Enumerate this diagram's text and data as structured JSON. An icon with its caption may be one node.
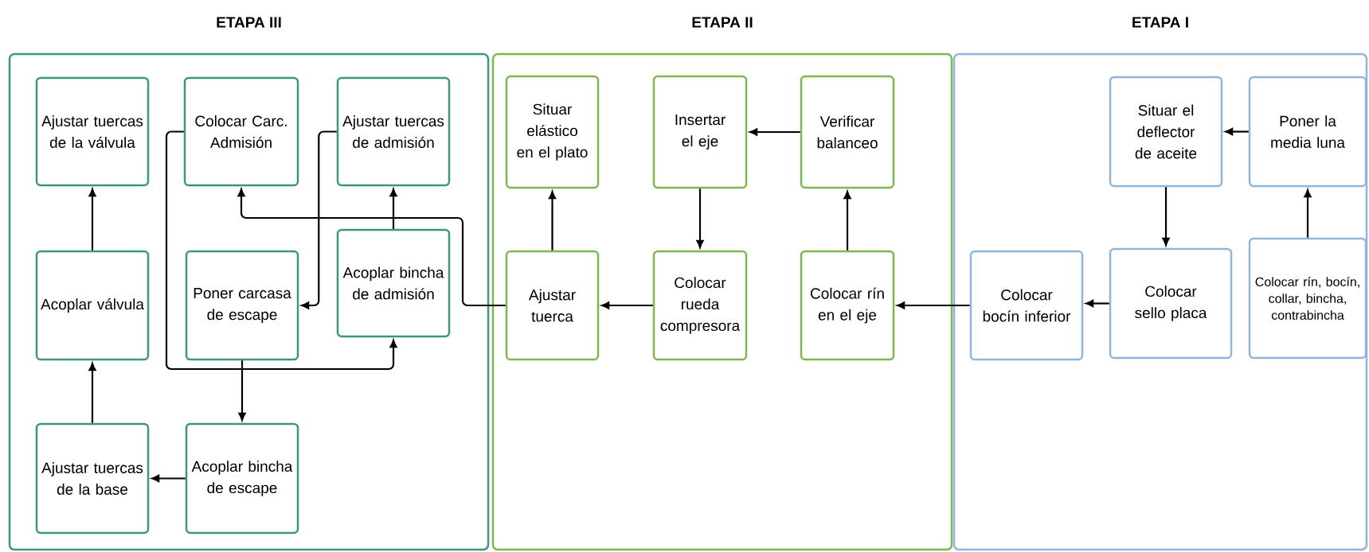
{
  "diagram": {
    "nodes": [
      {
        "text": [
          "ETAPA III"
        ]
      },
      {
        "text": [
          "Ajustar tuercas de la válvula"
        ],
        "in": 0
      },
      {
        "text": [
          "Colocar Carc. Admisión"
        ],
        "in": 0
      },
      {
        "text": [
          "Ajustar tuercas de admisión"
        ],
        "in": 0
      },
      {
        "text": [
          "Acoplar válvula"
        ],
        "in": 0
      },
      {
        "text": [
          "Poner carcasa de escape"
        ],
        "in": 0
      },
      {
        "text": [
          "Acoplar bincha de admisión"
        ],
        "in": 0
      },
      {
        "text": [
          "Ajustar tuercas de la base"
        ],
        "in": 0
      },
      {
        "text": [
          "Acoplar bincha de escape"
        ],
        "in": 0
      },
      {
        "text": [
          "ETAPA II"
        ]
      },
      {
        "text": [
          "Situar elástico en el plato"
        ],
        "in": 9
      },
      {
        "text": [
          "Insertar el eje"
        ],
        "in": 9
      },
      {
        "text": [
          "Verificar balanceo"
        ],
        "in": 9
      },
      {
        "text": [
          "Ajustar tuerca"
        ],
        "in": 9
      },
      {
        "text": [
          "Colocar rueda compresora"
        ],
        "in": 9
      },
      {
        "text": [
          "Colocar rín en el eje"
        ],
        "in": 9
      },
      {
        "text": [
          "ETAPA I"
        ]
      },
      {
        "text": [
          "Situar el deflector de aceite"
        ],
        "in": 16
      },
      {
        "text": [
          "Poner la media luna"
        ],
        "in": 16
      },
      {
        "text": [
          "Colocar bocín inferior"
        ],
        "in": 16
      },
      {
        "text": [
          "Colocar sello placa"
        ],
        "in": 16
      },
      {
        "text": [
          "Colocar rín, bocín, collar, bincha, contrabincha"
        ],
        "in": 16
      }
    ],
    "edges": [
      {
        "from": 21,
        "to": 18,
        "arrow": "to"
      },
      {
        "from": 18,
        "to": 17,
        "arrow": "to"
      },
      {
        "from": 17,
        "to": 20,
        "arrow": "to"
      },
      {
        "from": 20,
        "to": 19,
        "arrow": "to"
      },
      {
        "from": 19,
        "to": 15,
        "arrow": "to"
      },
      {
        "from": 15,
        "to": 12,
        "arrow": "to"
      },
      {
        "from": 12,
        "to": 11,
        "arrow": "to"
      },
      {
        "from": 11,
        "to": 14,
        "arrow": "to"
      },
      {
        "from": 14,
        "to": 13,
        "arrow": "to"
      },
      {
        "from": 13,
        "to": 10,
        "arrow": "to"
      },
      {
        "from": 13,
        "to": 2,
        "arrow": "to"
      },
      {
        "from": 2,
        "to": 6,
        "arrow": "to"
      },
      {
        "from": 6,
        "to": 3,
        "arrow": "to"
      },
      {
        "from": 3,
        "to": 5,
        "arrow": "to"
      },
      {
        "from": 5,
        "to": 8,
        "arrow": "to"
      },
      {
        "from": 8,
        "to": 7,
        "arrow": "to"
      },
      {
        "from": 7,
        "to": 4,
        "arrow": "to"
      },
      {
        "from": 4,
        "to": 1,
        "arrow": "to"
      }
    ]
  }
}
